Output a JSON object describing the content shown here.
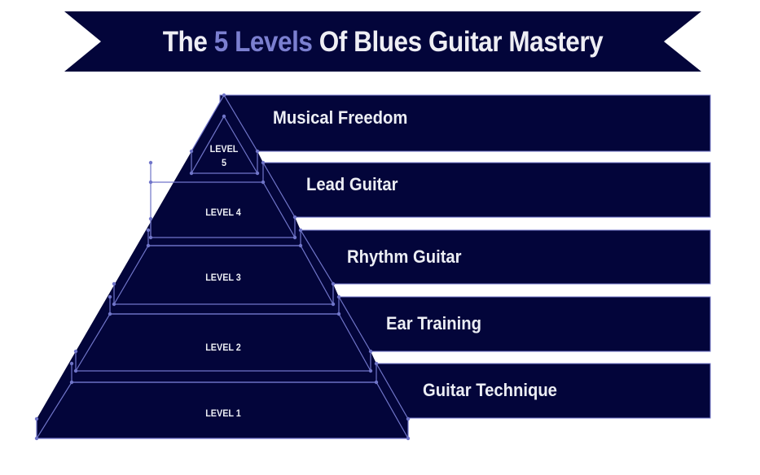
{
  "title": {
    "prefix": "The ",
    "highlight": "5 Levels",
    "suffix": " Of Blues Guitar Mastery"
  },
  "colors": {
    "navy": "#03053a",
    "line": "#7075c9",
    "highlight": "#7b7fd0",
    "text": "#eceef4"
  },
  "levels": [
    {
      "level": "LEVEL 5",
      "level_line1": "LEVEL",
      "level_line2": "5",
      "name": "Musical Freedom"
    },
    {
      "level": "LEVEL 4",
      "name": "Lead Guitar"
    },
    {
      "level": "LEVEL 3",
      "name": "Rhythm Guitar"
    },
    {
      "level": "LEVEL 2",
      "name": "Ear Training"
    },
    {
      "level": "LEVEL 1",
      "name": "Guitar Technique"
    }
  ]
}
